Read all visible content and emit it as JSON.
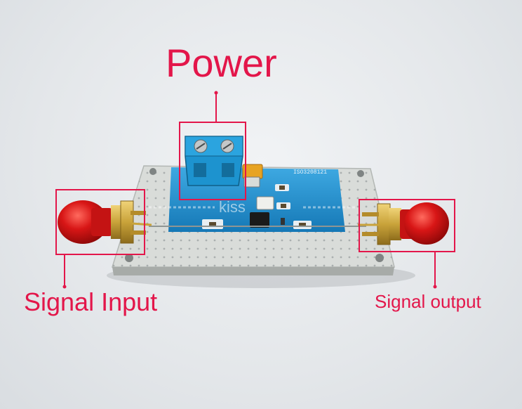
{
  "annotations": {
    "power": "Power",
    "signal_input": "Signal Input",
    "signal_output": "Signal output"
  },
  "board": {
    "silkscreen_code": "ISO3208121",
    "watermark": "kiss"
  },
  "colors": {
    "annotation": "#e3164a",
    "pcb_blue": "#1e86c8",
    "terminal_block": "#1d93cf",
    "connector_cap": "#d11212",
    "gold": "#c9a33a",
    "metal": "#d9dcd9"
  }
}
